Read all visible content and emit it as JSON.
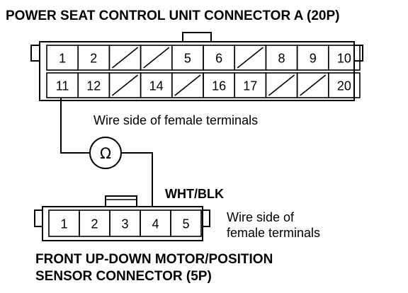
{
  "connector_a": {
    "title": "POWER SEAT CONTROL UNIT CONNECTOR A (20P)",
    "row_top": [
      "1",
      "2",
      "",
      "",
      "5",
      "6",
      "",
      "8",
      "9",
      "10"
    ],
    "row_bottom": [
      "11",
      "12",
      "",
      "14",
      "",
      "16",
      "17",
      "",
      "",
      "20"
    ],
    "note": "Wire side of female terminals"
  },
  "meter": {
    "symbol": "Ω"
  },
  "wire": {
    "color_label": "WHT/BLK"
  },
  "connector_b": {
    "title_line1": "FRONT UP-DOWN MOTOR/POSITION",
    "title_line2": "SENSOR CONNECTOR (5P)",
    "pins": [
      "1",
      "2",
      "3",
      "4",
      "5"
    ],
    "note_line1": "Wire side of",
    "note_line2": "female terminals"
  }
}
